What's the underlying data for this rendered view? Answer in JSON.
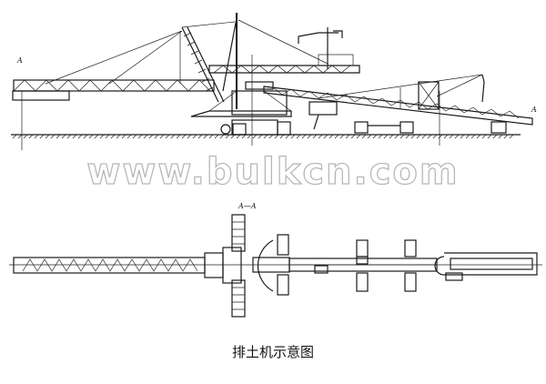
{
  "figure": {
    "caption": "排土机示意图",
    "watermark": "www.bulkcn.com",
    "section_label_left": "A",
    "section_label_right": "A",
    "plan_view_label": "A—A"
  }
}
